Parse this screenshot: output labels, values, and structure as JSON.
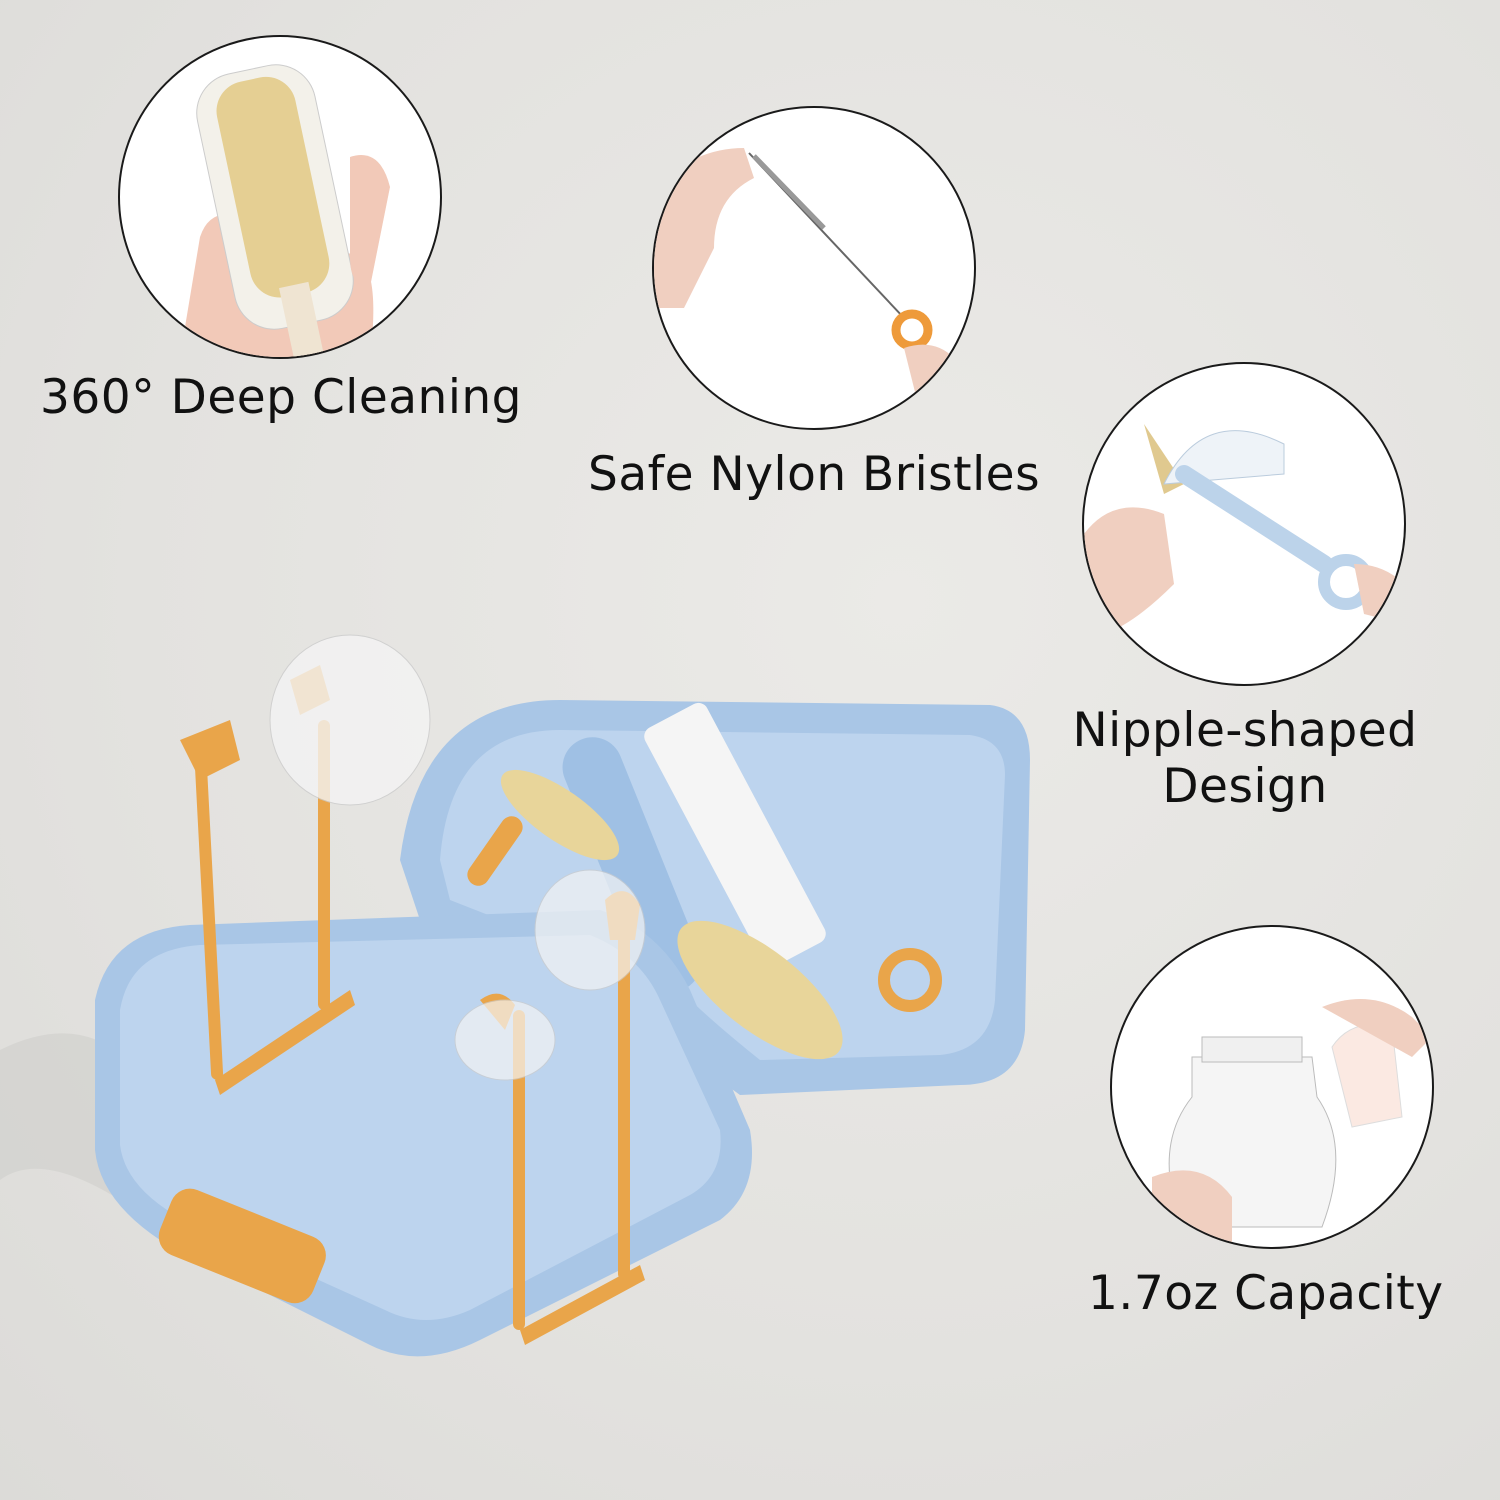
{
  "features": [
    {
      "label": "360° Deep Cleaning",
      "icon": "bottle-brush-in-hand-photo"
    },
    {
      "label": "Safe Nylon Bristles",
      "icon": "straw-brush-photo"
    },
    {
      "label_line1": "Nipple-shaped",
      "label_line2": "Design",
      "icon": "nipple-brush-photo"
    },
    {
      "label": "1.7oz Capacity",
      "icon": "dispenser-bottle-photo"
    }
  ],
  "colors": {
    "background": "#e3e2df",
    "case_blue": "#a9c6e6",
    "accent_orange": "#e9a54a",
    "bristle_yellow": "#e8d59a"
  }
}
